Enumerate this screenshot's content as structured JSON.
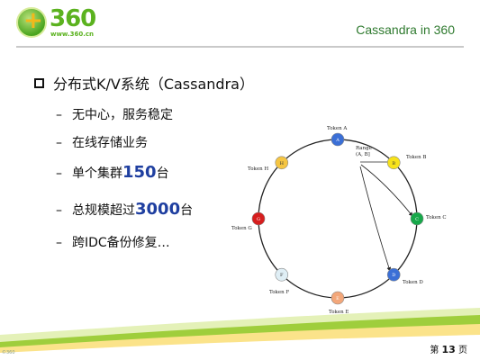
{
  "header": {
    "logo_text": "360",
    "logo_url": "www.360.cn",
    "title": "Cassandra in 360"
  },
  "main_bullet": "分布式K/V系统（Cassandra）",
  "sub_bullets": [
    {
      "text": "无中心，服务稳定"
    },
    {
      "text": "在线存储业务"
    },
    {
      "pre": "单个集群",
      "highlight": "150",
      "post": "台"
    },
    {
      "pre": "总规模超过",
      "highlight": "3000",
      "post": "台"
    },
    {
      "text": "跨IDC备份修复…"
    }
  ],
  "ring": {
    "nodes": [
      {
        "id": "A",
        "label": "Token A",
        "color": "#3b6fd6"
      },
      {
        "id": "B",
        "label": "Token B",
        "color": "#f7e21a"
      },
      {
        "id": "C",
        "label": "Token C",
        "color": "#17a84a"
      },
      {
        "id": "D",
        "label": "Token D",
        "color": "#3b6fd6"
      },
      {
        "id": "E",
        "label": "Token E",
        "color": "#f3a77a"
      },
      {
        "id": "F",
        "label": "Token F",
        "color": "#dfeef5"
      },
      {
        "id": "G",
        "label": "Token G",
        "color": "#d61e1e"
      },
      {
        "id": "H",
        "label": "Token H",
        "color": "#f5c542"
      }
    ],
    "range_label_1": "Range",
    "range_label_2": "(A, B]"
  },
  "footer": {
    "page_prefix": "第",
    "page_number": "13",
    "page_suffix": "页",
    "mark": "©360"
  },
  "colors": {
    "accent_green": "#5bb21f",
    "highlight_blue": "#1f3fa0",
    "title_green": "#2f7a2f"
  }
}
